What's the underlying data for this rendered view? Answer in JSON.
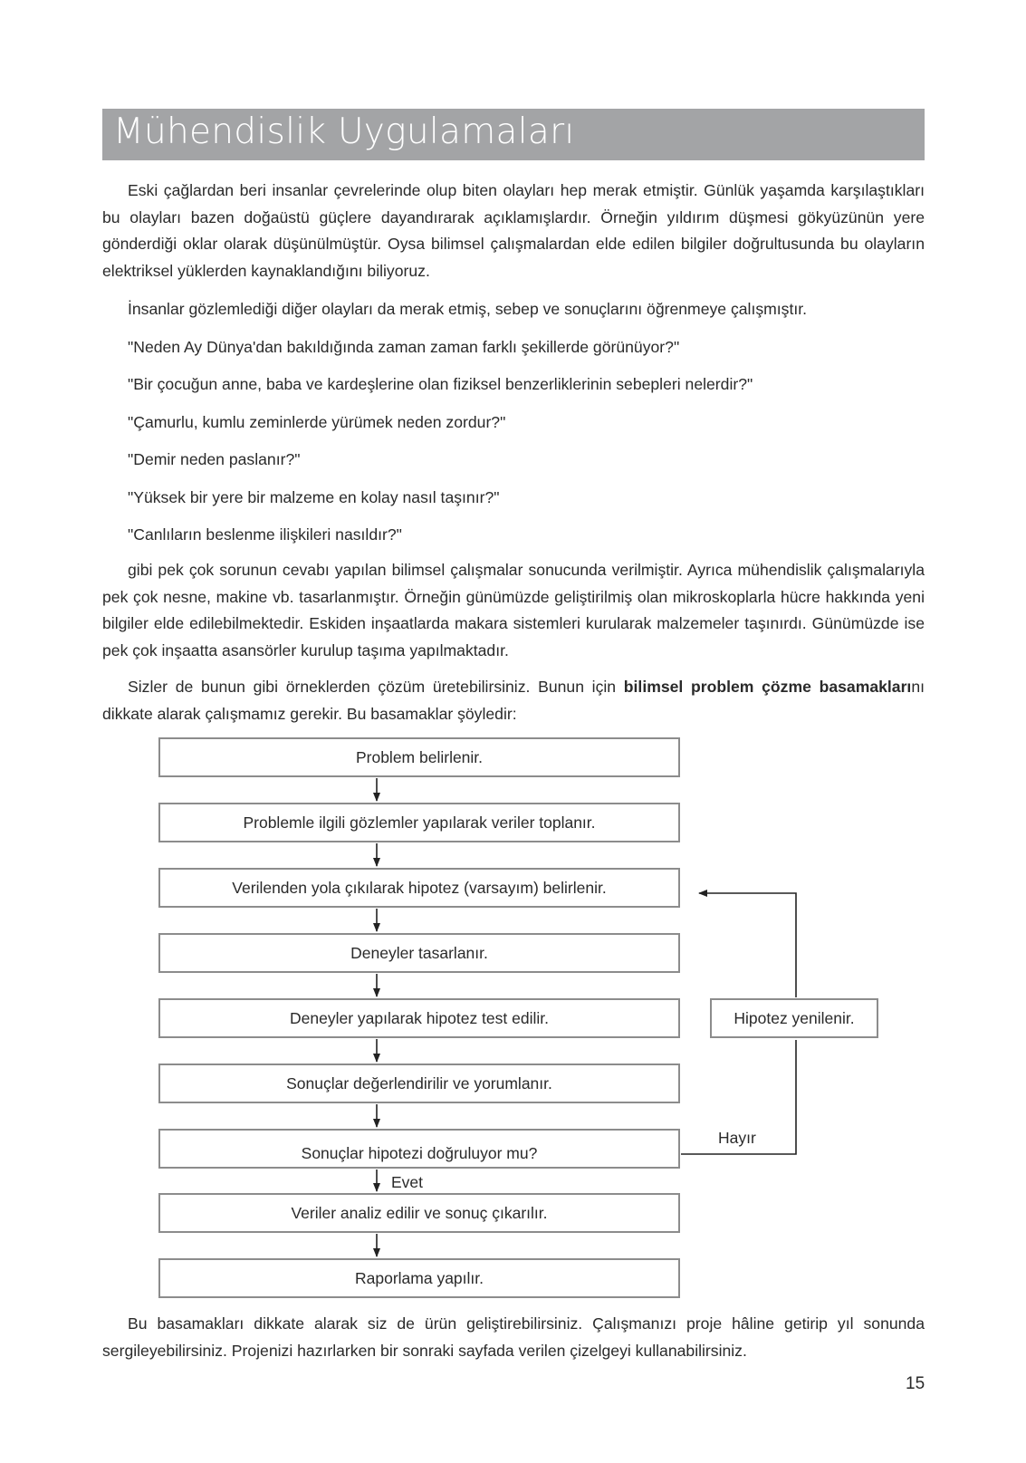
{
  "heading": "Mühendislik Uygulamaları",
  "paragraphs": {
    "p1": "Eski çağlardan beri insanlar çevrelerinde olup biten olayları hep merak etmiştir. Günlük yaşamda karşılaştıkları bu olayları bazen doğaüstü güçlere dayandırarak açıklamışlardır. Örneğin yıldırım düşmesi gökyüzünün yere gönderdiği oklar olarak düşünülmüştür. Oysa bilimsel çalışmalardan elde edilen bilgiler doğrultusunda bu olayların elektriksel yüklerden kaynaklandığını biliyoruz.",
    "p2": "İnsanlar gözlemlediği diğer olayları da merak etmiş, sebep ve sonuçlarını öğrenmeye çalışmıştır.",
    "questions": [
      "\"Neden Ay Dünya'dan bakıldığında zaman zaman farklı şekillerde görünüyor?\"",
      "\"Bir çocuğun anne, baba ve kardeşlerine olan fiziksel benzerliklerinin sebepleri nelerdir?\"",
      "\"Çamurlu, kumlu zeminlerde yürümek neden zordur?\"",
      "\"Demir neden paslanır?\"",
      "\"Yüksek bir yere bir malzeme en kolay nasıl taşınır?\"",
      "\"Canlıların beslenme ilişkileri nasıldır?\""
    ],
    "p3": "gibi pek çok sorunun cevabı yapılan bilimsel çalışmalar sonucunda verilmiştir. Ayrıca mühendislik çalışmalarıyla pek çok nesne, makine vb. tasarlanmıştır. Örneğin günümüzde geliştirilmiş olan mikroskoplarla hücre hakkında yeni bilgiler elde edilebilmektedir. Eskiden inşaatlarda makara sistemleri kurularak malzemeler taşınırdı. Günümüzde ise pek çok inşaatta asansörler kurulup taşıma yapılmaktadır.",
    "p4_before": "Sizler de bunun gibi örneklerden çözüm üretebilirsiniz. Bunun için ",
    "p4_bold": "bilimsel problem çözme basamakları",
    "p4_after": "nı dikkate alarak çalışmamız gerekir. Bu basamaklar şöyledir:",
    "p5": "Bu basamakları dikkate alarak siz de ürün geliştirebilirsiniz. Çalışmanızı proje hâline getirip yıl sonunda sergileyebilirsiniz. Projenizi hazırlarken bir sonraki sayfada verilen çizelgeyi kullanabilirsiniz."
  },
  "flowchart": {
    "steps": [
      "Problem belirlenir.",
      "Problemle ilgili gözlemler yapılarak veriler toplanır.",
      "Verilenden yola çıkılarak hipotez (varsayım) belirlenir.",
      "Deneyler tasarlanır.",
      "Deneyler yapılarak hipotez test edilir.",
      "Sonuçlar değerlendirilir ve yorumlanır.",
      "Sonuçlar hipotezi doğruluyor mu?",
      "Veriler analiz edilir ve sonuç çıkarılır.",
      "Raporlama yapılır."
    ],
    "side_box": "Hipotez yenilenir.",
    "no_label": "Hayır",
    "yes_label": "Evet"
  },
  "page_number": "15"
}
